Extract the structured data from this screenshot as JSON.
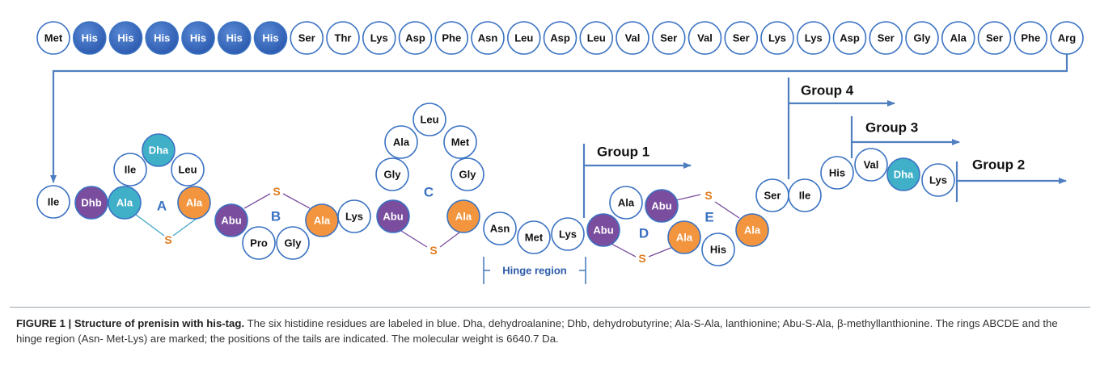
{
  "colors": {
    "white": "#ffffff",
    "stroke": "#3a72c2",
    "his": "#3366c0",
    "dha": "#3fb0c8",
    "abu_dhb": "#7a4d9e",
    "ala_ring": "#f2953e",
    "sulfur": "#e07b1e",
    "ring_label": "#3a72c2",
    "link": "#7a4d9e",
    "link_blue": "#3fa6c4",
    "arrow": "#4f7fc0"
  },
  "chain_top": [
    "Met",
    "His",
    "His",
    "His",
    "His",
    "His",
    "His",
    "Ser",
    "Thr",
    "Lys",
    "Asp",
    "Phe",
    "Asn",
    "Leu",
    "Asp",
    "Leu",
    "Val",
    "Ser",
    "Val",
    "Ser",
    "Lys",
    "Lys",
    "Asp",
    "Ser",
    "Gly",
    "Ala",
    "Ser",
    "Phe",
    "Arg"
  ],
  "residues": [
    {
      "label": "Ile",
      "kind": "plain"
    },
    {
      "label": "Dhb",
      "kind": "purple"
    },
    {
      "label": "Ala",
      "kind": "teal"
    },
    {
      "label": "Dha",
      "kind": "teal"
    },
    {
      "label": "Ile",
      "kind": "plain"
    },
    {
      "label": "Leu",
      "kind": "plain"
    },
    {
      "label": "Ala",
      "kind": "orange"
    },
    {
      "label": "Abu",
      "kind": "purple"
    },
    {
      "label": "Pro",
      "kind": "plain"
    },
    {
      "label": "Gly",
      "kind": "plain"
    },
    {
      "label": "Ala",
      "kind": "orange"
    },
    {
      "label": "Lys",
      "kind": "plain"
    },
    {
      "label": "Abu",
      "kind": "purple"
    },
    {
      "label": "Gly",
      "kind": "plain"
    },
    {
      "label": "Ala",
      "kind": "plain"
    },
    {
      "label": "Leu",
      "kind": "plain"
    },
    {
      "label": "Met",
      "kind": "plain"
    },
    {
      "label": "Gly",
      "kind": "plain"
    },
    {
      "label": "Ala",
      "kind": "orange"
    },
    {
      "label": "Asn",
      "kind": "plain"
    },
    {
      "label": "Met",
      "kind": "plain"
    },
    {
      "label": "Lys",
      "kind": "plain"
    },
    {
      "label": "Abu",
      "kind": "purple"
    },
    {
      "label": "Ala",
      "kind": "plain"
    },
    {
      "label": "Abu",
      "kind": "purple"
    },
    {
      "label": "Ala",
      "kind": "orange"
    },
    {
      "label": "His",
      "kind": "plain"
    },
    {
      "label": "Ala",
      "kind": "orange"
    },
    {
      "label": "Ser",
      "kind": "plain"
    },
    {
      "label": "Ile",
      "kind": "plain"
    },
    {
      "label": "His",
      "kind": "plain"
    },
    {
      "label": "Val",
      "kind": "plain"
    },
    {
      "label": "Dha",
      "kind": "teal"
    },
    {
      "label": "Lys",
      "kind": "plain"
    }
  ],
  "sulfur_label": "S",
  "ring_labels": [
    "A",
    "B",
    "C",
    "D",
    "E"
  ],
  "groups": [
    "Group 4",
    "Group 3",
    "Group 1",
    "Group 2"
  ],
  "hinge_label": "Hinge region",
  "caption": {
    "title": "FIGURE 1 | Structure of prenisin with his-tag.",
    "body": " The six histidine residues are labeled in blue. Dha, dehydroalanine; Dhb, dehydrobutyrine; Ala-S-Ala, lanthionine; Abu-S-Ala, β-methyllanthionine. The rings ABCDE and the hinge region (Asn- Met-Lys) are marked; the positions of the tails are indicated. The molecular weight is 6640.7 Da."
  }
}
